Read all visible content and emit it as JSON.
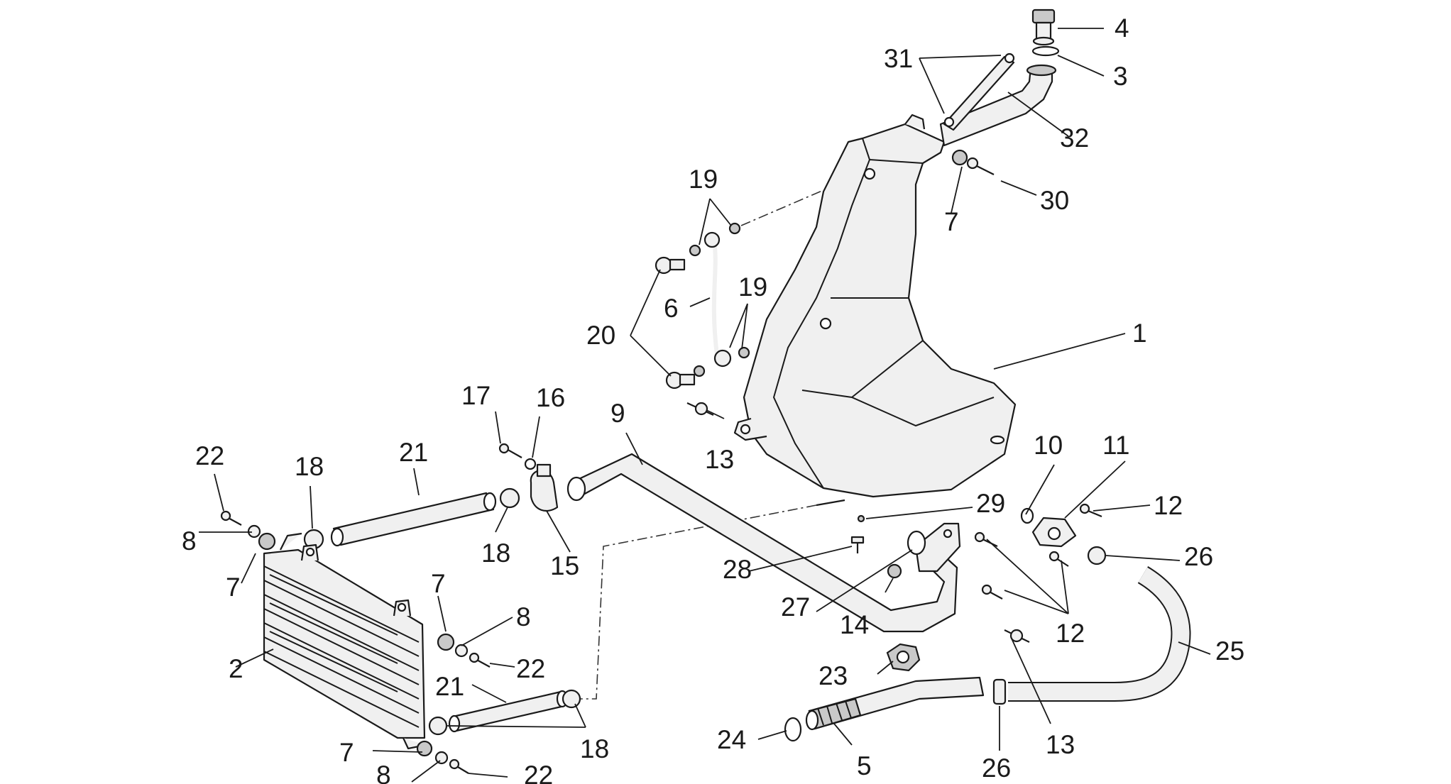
{
  "diagram": {
    "callouts": {
      "c1": "1",
      "c2": "2",
      "c3": "3",
      "c4": "4",
      "c5": "5",
      "c6": "6",
      "c7a": "7",
      "c7b": "7",
      "c7c": "7",
      "c7d": "7",
      "c8a": "8",
      "c8b": "8",
      "c8c": "8",
      "c9": "9",
      "c10": "10",
      "c11": "11",
      "c12a": "12",
      "c12b": "12",
      "c13a": "13",
      "c13b": "13",
      "c14": "14",
      "c15": "15",
      "c16": "16",
      "c17": "17",
      "c18a": "18",
      "c18b": "18",
      "c18c": "18",
      "c19a": "19",
      "c19b": "19",
      "c20": "20",
      "c21a": "21",
      "c21b": "21",
      "c22a": "22",
      "c22b": "22",
      "c22c": "22",
      "c23": "23",
      "c24": "24",
      "c25": "25",
      "c26a": "26",
      "c26b": "26",
      "c27": "27",
      "c28": "28",
      "c29": "29",
      "c30": "30",
      "c31": "31",
      "c32": "32"
    }
  }
}
